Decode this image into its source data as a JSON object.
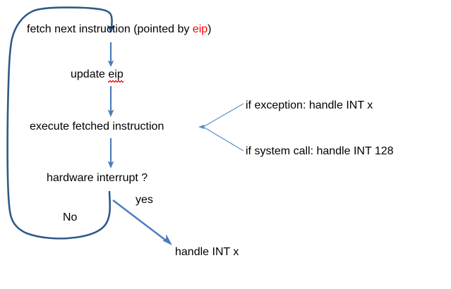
{
  "diagram": {
    "title": "x86 instruction execution and interrupt handling loop",
    "background_color": "#ffffff",
    "arrow_color": "#4a7ebb",
    "loop_color": "#2e5a87",
    "text_color": "#000000",
    "highlight_color": "#ff0000"
  },
  "nodes": {
    "fetch": {
      "text_before": "fetch next instruction (pointed by ",
      "highlight": "eip",
      "text_after": ")",
      "full_text": "fetch next instruction (pointed by eip)"
    },
    "update": {
      "text_before": "update ",
      "misspelled": "eip",
      "full_text": "update eip"
    },
    "execute": {
      "full_text": "execute fetched instruction"
    },
    "hardware_interrupt": {
      "full_text": "hardware interrupt ?"
    },
    "exception_branch": {
      "full_text": "if exception: handle INT x"
    },
    "syscall_branch": {
      "full_text": "if system call: handle INT 128"
    },
    "handle_int": {
      "full_text": "handle INT x"
    }
  },
  "edge_labels": {
    "yes": "yes",
    "no": "No"
  }
}
